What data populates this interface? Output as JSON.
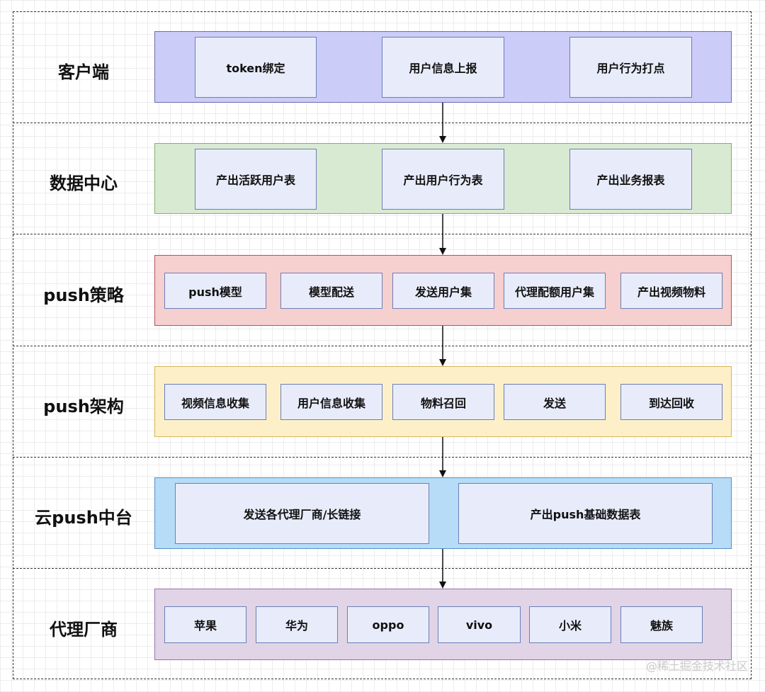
{
  "layers": [
    {
      "label": "客户端",
      "fill": "#ccccf8",
      "stroke": "#6c6cb0",
      "items": [
        "token绑定",
        "用户信息上报",
        "用户行为打点"
      ]
    },
    {
      "label": "数据中心",
      "fill": "#d8ead2",
      "stroke": "#82b366",
      "items": [
        "产出活跃用户表",
        "产出用户行为表",
        "产出业务报表"
      ]
    },
    {
      "label": "push策略",
      "fill": "#f6cfcf",
      "stroke": "#b85450",
      "items": [
        "push模型",
        "模型配送",
        "发送用户集",
        "代理配额用户集",
        "产出视频物料"
      ]
    },
    {
      "label": "push架构",
      "fill": "#fdf0c8",
      "stroke": "#d6b656",
      "items": [
        "视频信息收集",
        "用户信息收集",
        "物料召回",
        "发送",
        "到达回收"
      ]
    },
    {
      "label": "云push中台",
      "fill": "#b6dcf8",
      "stroke": "#5a8fc0",
      "items": [
        "发送各代理厂商/长链接",
        "产出push基础数据表"
      ]
    },
    {
      "label": "代理厂商",
      "fill": "#e0d4e6",
      "stroke": "#9673a6",
      "items": [
        "苹果",
        "华为",
        "oppo",
        "vivo",
        "小米",
        "魅族"
      ]
    }
  ],
  "watermark": "@稀土掘金技术社区"
}
